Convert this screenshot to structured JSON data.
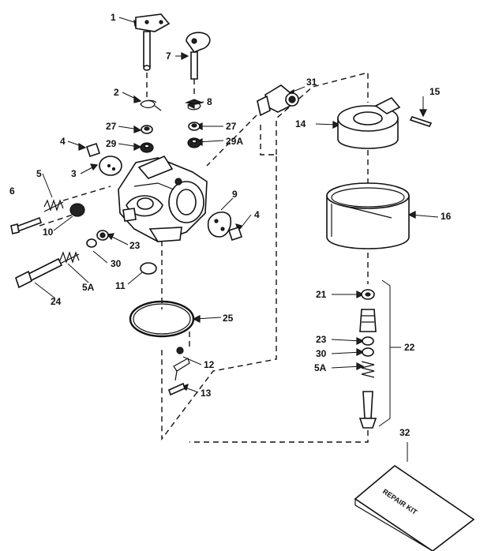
{
  "callouts": [
    {
      "id": "1",
      "text": "1"
    },
    {
      "id": "2",
      "text": "2"
    },
    {
      "id": "3",
      "text": "3"
    },
    {
      "id": "4a",
      "text": "4"
    },
    {
      "id": "4b",
      "text": "4"
    },
    {
      "id": "5",
      "text": "5"
    },
    {
      "id": "5A_left",
      "text": "5A"
    },
    {
      "id": "5A_right",
      "text": "5A"
    },
    {
      "id": "6",
      "text": "6"
    },
    {
      "id": "7",
      "text": "7"
    },
    {
      "id": "8",
      "text": "8"
    },
    {
      "id": "9",
      "text": "9"
    },
    {
      "id": "10",
      "text": "10"
    },
    {
      "id": "11",
      "text": "11"
    },
    {
      "id": "12",
      "text": "12"
    },
    {
      "id": "13",
      "text": "13"
    },
    {
      "id": "14",
      "text": "14"
    },
    {
      "id": "15",
      "text": "15"
    },
    {
      "id": "16",
      "text": "16"
    },
    {
      "id": "21",
      "text": "21"
    },
    {
      "id": "22",
      "text": "22"
    },
    {
      "id": "23a",
      "text": "23"
    },
    {
      "id": "23b",
      "text": "23"
    },
    {
      "id": "24",
      "text": "24"
    },
    {
      "id": "25",
      "text": "25"
    },
    {
      "id": "27a",
      "text": "27"
    },
    {
      "id": "27b",
      "text": "27"
    },
    {
      "id": "29",
      "text": "29"
    },
    {
      "id": "29A",
      "text": "29A"
    },
    {
      "id": "30a",
      "text": "30"
    },
    {
      "id": "30b",
      "text": "30"
    },
    {
      "id": "31",
      "text": "31"
    },
    {
      "id": "32",
      "text": "32"
    }
  ],
  "repair_kit_label": "REPAIR KIT"
}
